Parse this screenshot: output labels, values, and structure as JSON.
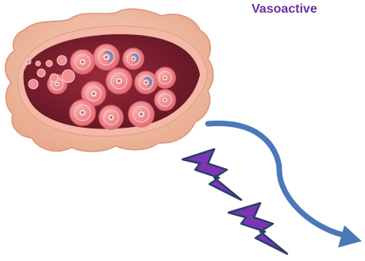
{
  "heading": {
    "text": "Vasoactive",
    "color": "#6b2fa0"
  },
  "illustration": {
    "subject": "ovary-with-follicles",
    "colors": {
      "stroma_outer": "#f2c6b0",
      "stroma_edge": "#d9957a",
      "cavity": "#7a1e2e",
      "follicle": "#f08f94",
      "follicle_ring": "#e46a73",
      "oocyte": "#f7d4cf",
      "nucleus": "#6a8fc4",
      "arrow": "#4a78b8",
      "bolt_fill": "#7b35b5",
      "bolt_outline": "#2b3f6b"
    }
  },
  "symbols": {
    "arrow_icon": "curved-arrow-icon",
    "bolt_icon": "lightning-bolt-icon",
    "bolt_count": 2
  }
}
